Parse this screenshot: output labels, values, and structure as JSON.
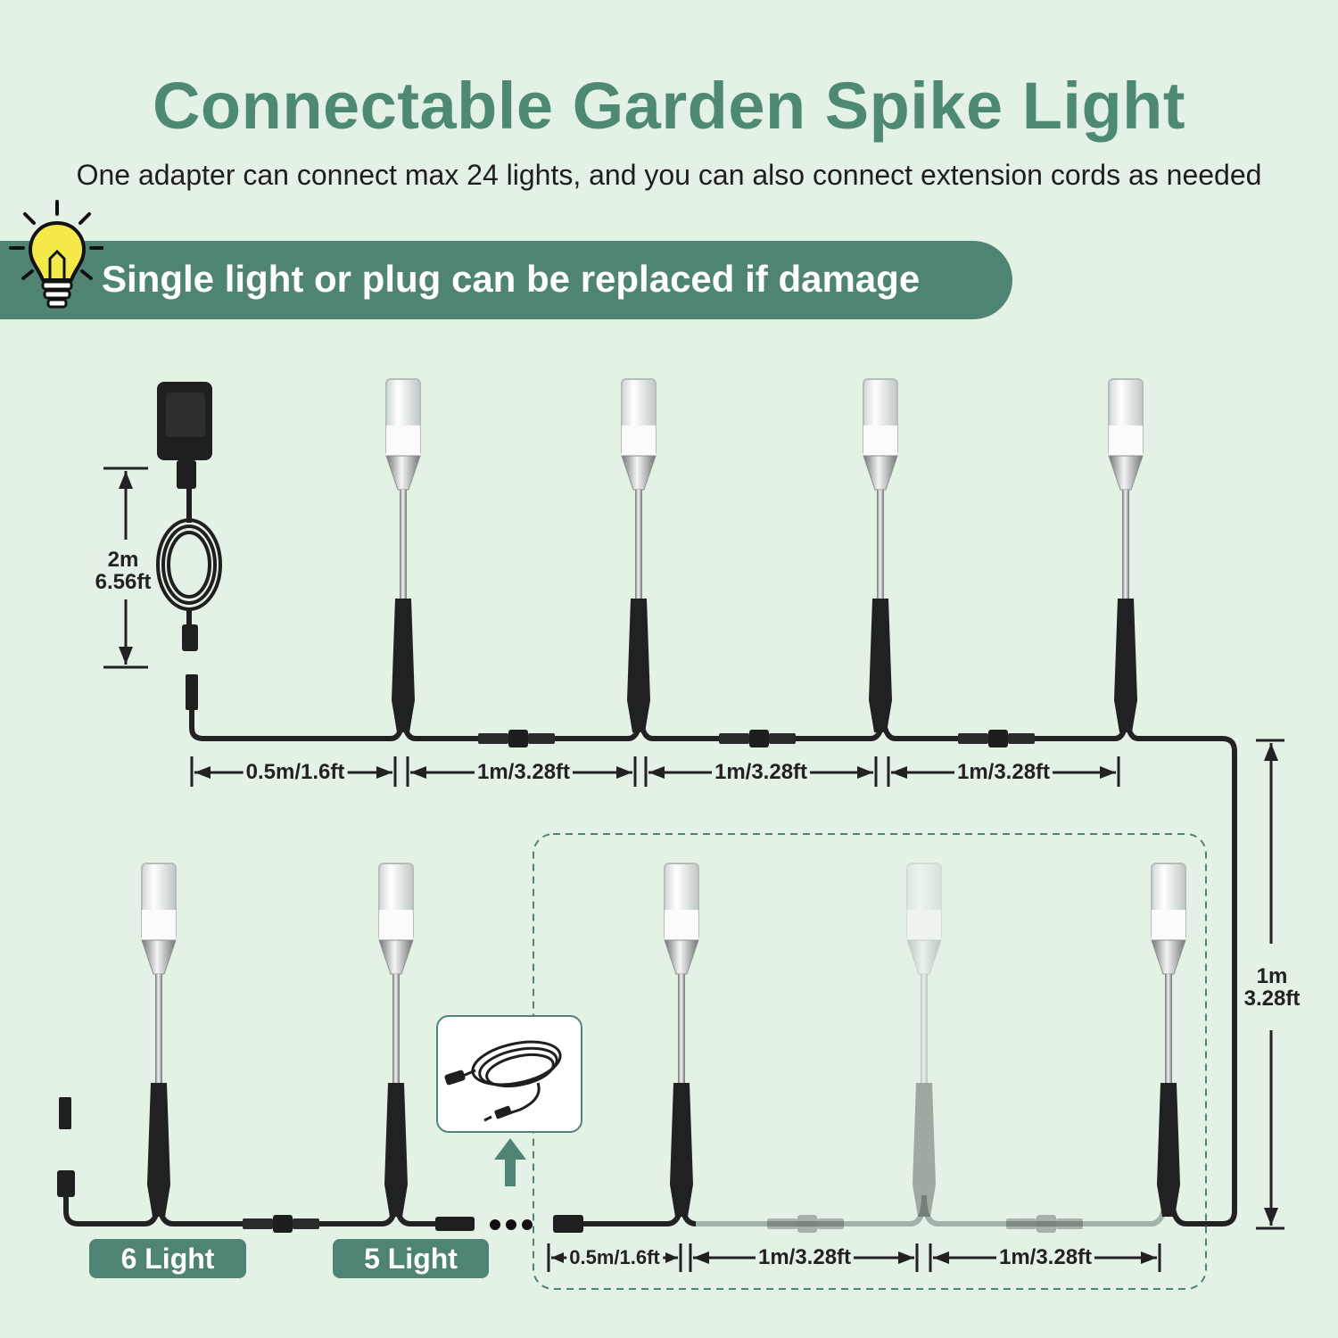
{
  "header": {
    "title": "Connectable Garden Spike Light",
    "subtitle": "One adapter can connect max 24 lights, and you can also connect extension cords as needed"
  },
  "banner": {
    "text": "Single light or plug can be replaced if damage",
    "icon": "lightbulb-icon"
  },
  "adapter": {
    "cable_length_m": "2m",
    "cable_length_ft": "6.56ft"
  },
  "top_row": {
    "segments": [
      "0.5m/1.6ft",
      "1m/3.28ft",
      "1m/3.28ft",
      "1m/3.28ft"
    ]
  },
  "vertical_run": {
    "length_m": "1m",
    "length_ft": "3.28ft"
  },
  "bottom_row": {
    "segments": [
      "0.5m/1.6ft",
      "1m/3.28ft",
      "1m/3.28ft"
    ],
    "tags": [
      "6 Light",
      "5 Light"
    ]
  },
  "extension_cord": {
    "icon": "extension-cord-icon"
  },
  "colors": {
    "background": "#e4f1e5",
    "accent": "#4f8474",
    "title": "#4e8a72",
    "bulb": "#f5e94a"
  }
}
